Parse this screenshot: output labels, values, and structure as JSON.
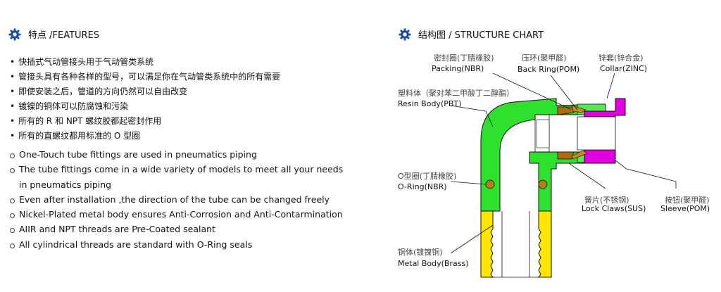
{
  "features": {
    "title": "特点 /FEATURES",
    "icon": "gear-icon",
    "cn_items": [
      "快插式气动管接头用于气动管类系统",
      "管接头具有各种各样的型号，可以满足你在气动管类系统中的所有需要",
      "即使安装之后，管道的方向仍然可以自由改变",
      "镀镍的铜体可以防腐蚀和污染",
      "所有的 R 和 NPT 螺纹胶都起密封作用",
      "所有的直螺纹都用标准的 O 型圈"
    ],
    "en_items": [
      {
        "line1": "One-Touch tube fittings are used in pneumatics piping",
        "line2": ""
      },
      {
        "line1": "The tube fittings come in a wide variety of models to meet all your needs",
        "line2": "in pneumatics piping"
      },
      {
        "line1": "Even after installation ,the direction of the tube can be changed freely",
        "line2": ""
      },
      {
        "line1": "Nickel-Plated metal body ensures Anti-Corrosion and Anti-Contarmination",
        "line2": ""
      },
      {
        "line1": "AIIR and NPT threads are Pre-Coated sealant",
        "line2": ""
      },
      {
        "line1": "All cylindrical threads are standard with O-Ring seals",
        "line2": ""
      }
    ]
  },
  "structure": {
    "title": "结构图 / STRUCTURE CHART",
    "icon": "gear-icon",
    "labels": {
      "packing": {
        "cn": "密封圈(丁腈橡胶)",
        "en": "Packing(NBR)"
      },
      "back_ring": {
        "cn": "压环(聚甲醛)",
        "en": "Back Ring(POM)"
      },
      "collar": {
        "cn": "锌套(锌合金)",
        "en": "Collar(ZINC)"
      },
      "resin_body": {
        "cn": "塑料体（聚对苯二甲酸丁二醇酯）",
        "en": "Resin Body(PBT)"
      },
      "o_ring": {
        "cn": "O型圈(丁腈橡胶)",
        "en": "O-Ring(NBR)"
      },
      "lock_claws": {
        "cn": "簧片(不锈钢)",
        "en": "Lock Claws(SUS)"
      },
      "sleeve": {
        "cn": "按钮(聚甲醛)",
        "en": "Sleeve(POM)"
      },
      "metal_body": {
        "cn": "铜体(镀镍铜)",
        "en": "Metal Body(Brass)"
      }
    },
    "colors": {
      "resin_body": "#2fe02f",
      "metal_body": "#ffe600",
      "sleeve": "#e000e0",
      "packing": "#b06a10",
      "o_ring": "#b08010",
      "accent_icon": "#1b4f9c"
    }
  }
}
